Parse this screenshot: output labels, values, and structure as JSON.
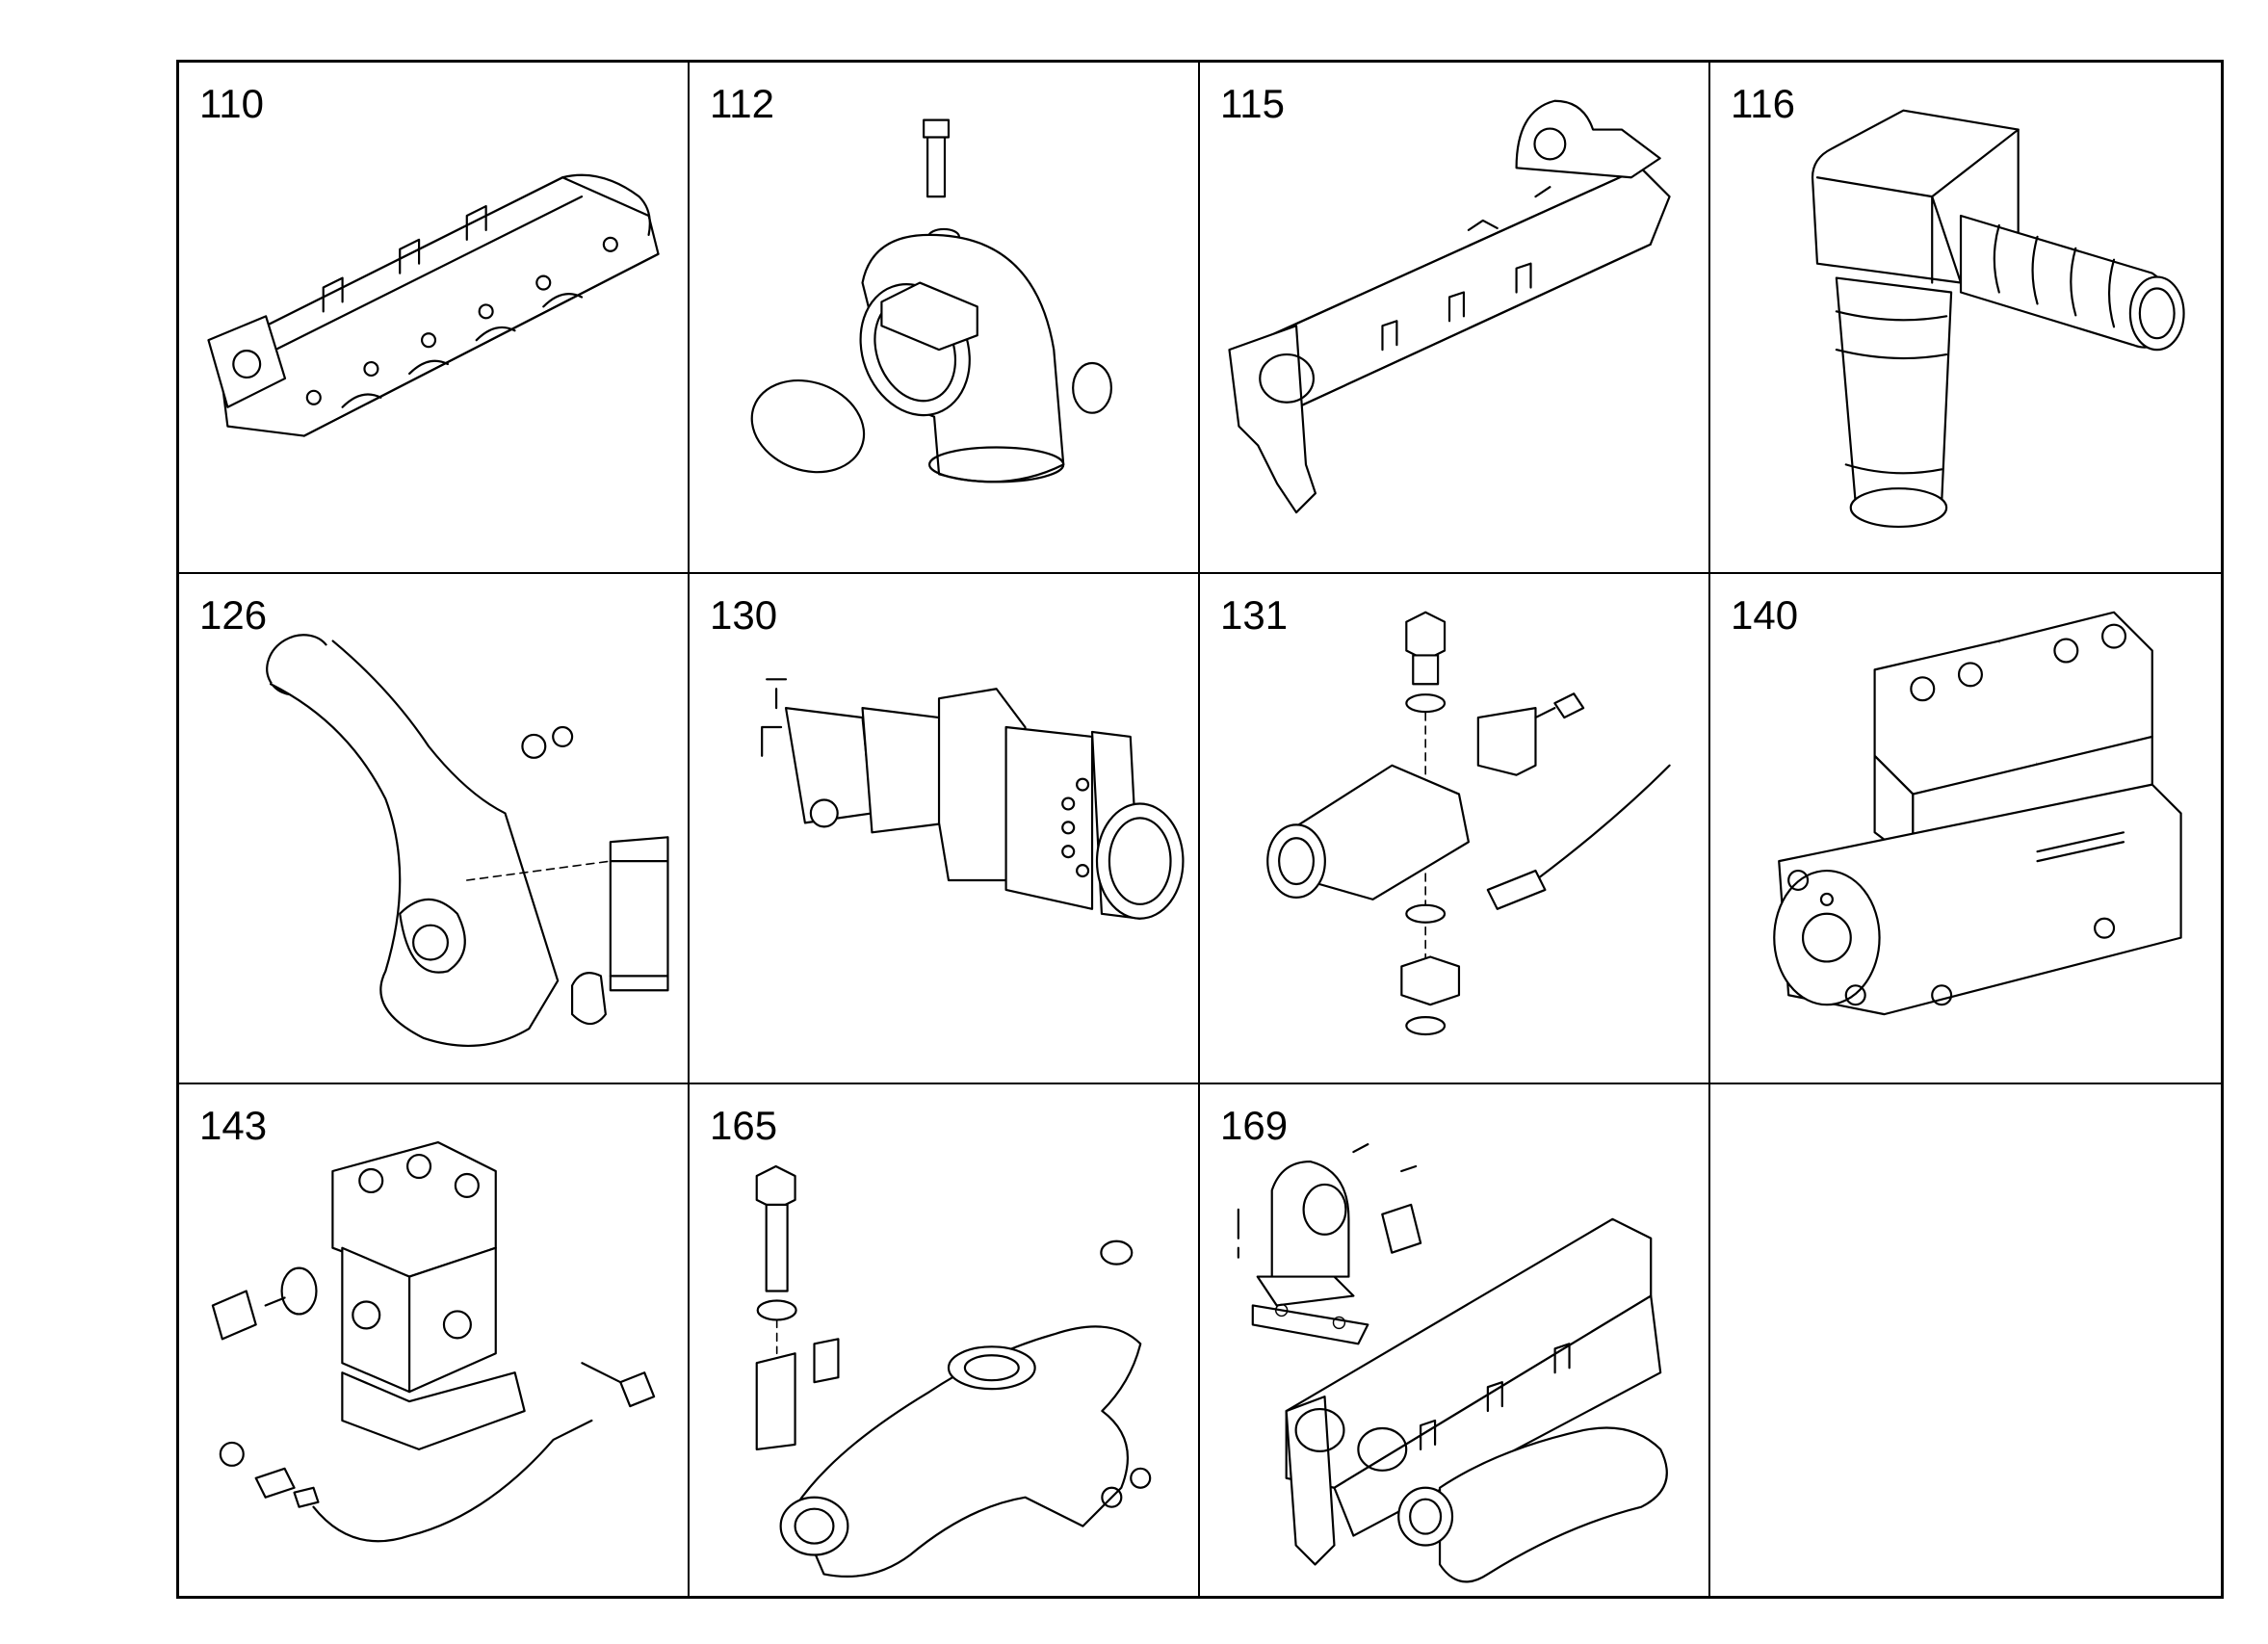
{
  "parts": [
    {
      "number": "110",
      "icon": "exhaust-manifold-icon"
    },
    {
      "number": "112",
      "icon": "elbow-pipe-icon"
    },
    {
      "number": "115",
      "icon": "manifold-icon"
    },
    {
      "number": "116",
      "icon": "hose-elbow-icon"
    },
    {
      "number": "126",
      "icon": "curved-pipe-icon"
    },
    {
      "number": "130",
      "icon": "injector-icon"
    },
    {
      "number": "131",
      "icon": "sensor-assembly-icon"
    },
    {
      "number": "140",
      "icon": "twin-compressor-icon"
    },
    {
      "number": "143",
      "icon": "compressor-icon"
    },
    {
      "number": "165",
      "icon": "y-pipe-icon"
    },
    {
      "number": "169",
      "icon": "manifold-assembly-icon"
    },
    {
      "number": "",
      "icon": ""
    }
  ]
}
